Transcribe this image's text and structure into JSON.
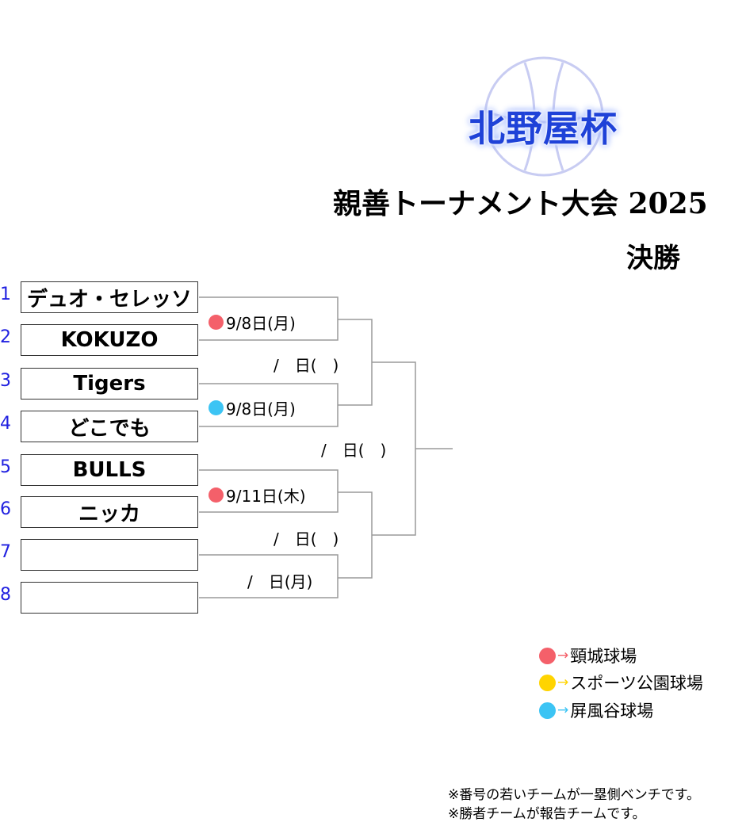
{
  "logo": {
    "text": "北野屋杯",
    "icon": "basketball-icon"
  },
  "title": "親善トーナメント大会 2025",
  "subtitle": "決勝",
  "teams": [
    {
      "seed": "1",
      "name": "デュオ・セレッソ"
    },
    {
      "seed": "2",
      "name": "KOKUZO"
    },
    {
      "seed": "3",
      "name": "Tigers"
    },
    {
      "seed": "4",
      "name": "どこでも"
    },
    {
      "seed": "5",
      "name": "BULLS"
    },
    {
      "seed": "6",
      "name": "ニッカ"
    },
    {
      "seed": "7",
      "name": ""
    },
    {
      "seed": "8",
      "name": ""
    }
  ],
  "matches": {
    "r1_m1": {
      "date": "9/8日(月)",
      "venue_color": "#f4606a"
    },
    "r1_m2": {
      "date": "9/8日(月)",
      "venue_color": "#3cc4f4"
    },
    "r1_m3": {
      "date": "9/11日(木)",
      "venue_color": "#f4606a"
    },
    "r1_m4": {
      "date": "/　日(月)"
    },
    "semi_1": {
      "date": "/　日(　)"
    },
    "semi_2": {
      "date": "/　日(　)"
    },
    "final": {
      "date": "/　日(　)"
    }
  },
  "legend": {
    "arrow": "→",
    "items": [
      {
        "label": "頸城球場",
        "color": "#f4606a"
      },
      {
        "label": "スポーツ公園球場",
        "color": "#ffd400"
      },
      {
        "label": "屏風谷球場",
        "color": "#3cc4f4"
      }
    ]
  },
  "notes": [
    "※番号の若いチームが一塁側ベンチです。",
    "※勝者チームが報告チームです。"
  ]
}
